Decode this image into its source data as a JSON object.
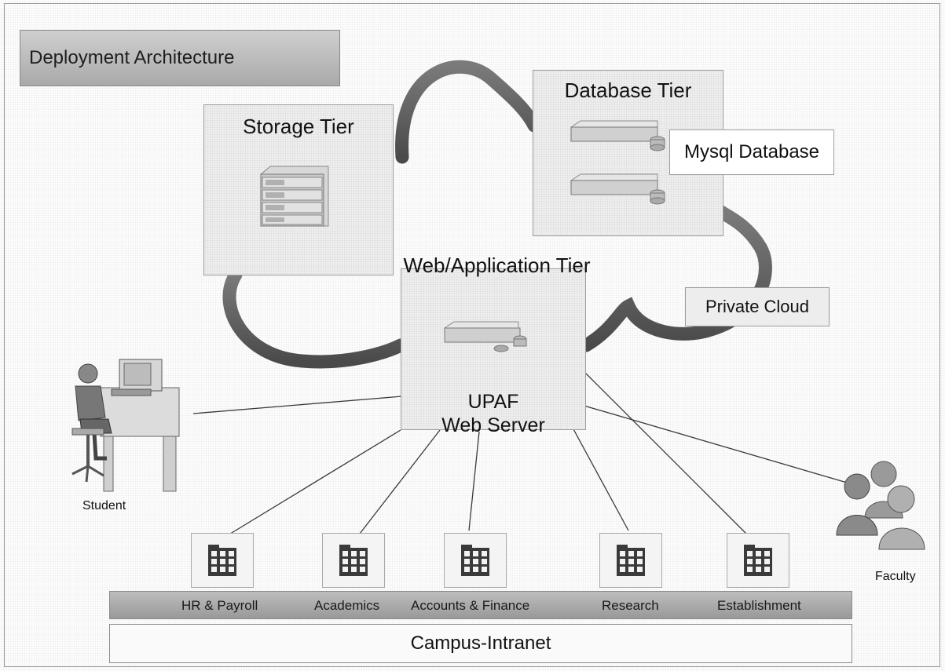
{
  "diagram": {
    "title": "Deployment Architecture",
    "cloud_label": "Private Cloud",
    "storage_tier": {
      "title": "Storage Tier",
      "icon": "storage-array-icon"
    },
    "database_tier": {
      "title": "Database Tier",
      "db_label": "Mysql Database",
      "icon": "database-server-icon"
    },
    "web_tier": {
      "title": "Web/Application Tier",
      "server_line1": "UPAF",
      "server_line2": "Web Server",
      "icon": "rack-server-icon"
    },
    "student": {
      "label": "Student",
      "icon": "workstation-user-icon"
    },
    "faculty": {
      "label": "Faculty",
      "icon": "people-group-icon"
    },
    "departments": [
      {
        "label": "HR & Payroll",
        "icon": "building-icon"
      },
      {
        "label": "Academics",
        "icon": "building-icon"
      },
      {
        "label": "Accounts & Finance",
        "icon": "building-icon"
      },
      {
        "label": "Research",
        "icon": "building-icon"
      },
      {
        "label": "Establishment",
        "icon": "building-icon"
      }
    ],
    "network_label": "Campus-Intranet"
  }
}
